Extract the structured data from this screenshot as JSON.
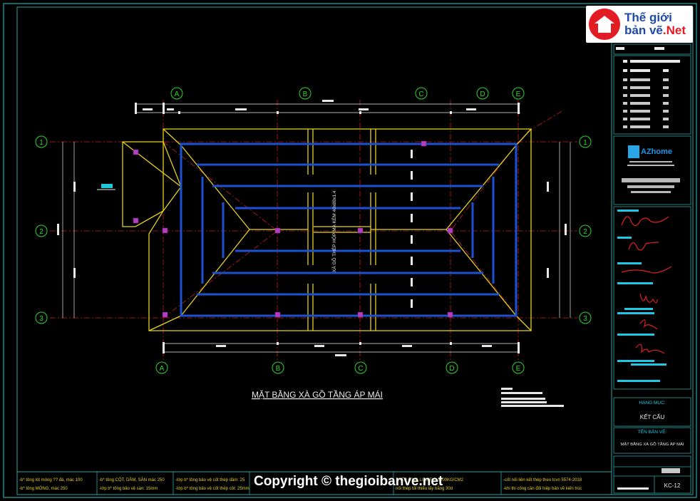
{
  "logo": {
    "line1": "Thế giới",
    "line2a": "bản vẽ",
    "line2b": ".Net"
  },
  "axes_top": [
    "A",
    "B",
    "C",
    "D",
    "E"
  ],
  "axes_bottom": [
    "A",
    "B",
    "C",
    "D",
    "E"
  ],
  "axes_left": [
    "1",
    "2",
    "3"
  ],
  "axes_right": [
    "1",
    "2",
    "3"
  ],
  "drawing": {
    "title": "MẶT BẰNG XÀ GỒ TẦNG ÁP MÁI",
    "rafter_label": "XÀ GỒ THÉP HỘP MẠ KẼM 40x80x1.4"
  },
  "notes": [
    "-b* tông lót móng ?? đá, mác 100",
    "-b* tông MÓNG, mác 250",
    "-b* tông CỘT, DẦM, SÀN mác 250",
    "-lớp b* tông bảo vệ sàn: 15mm",
    "-lớp b* tông bảo vệ cốt thép dầm: 25",
    "-lớp b* tông bảo vệ cốt thép cột: 25mm",
    "THÉP ỨNG LỰC Rs=3500KG/CM2",
    "nối thép tối thiểu lấy bằng 30d",
    "-cốt nối liên kết thép theo tcvn 5574-2018",
    "-khi thi công cần đối hiệp bản vẽ kiến trúc"
  ],
  "titleblock": {
    "logo_name": "AZhome",
    "category_label": "HẠNG MỤC:",
    "category_value": "KẾT CẤU",
    "drawing_label": "TÊN BẢN VẼ:",
    "drawing_value": "MẶT BẰNG XÀ GỒ TẦNG ÁP MÁI",
    "sheet_no": "KC-12"
  },
  "watermark": "Copyright © thegioibanve.net",
  "colors": {
    "background": "#000000",
    "border": "#2aa6a6",
    "roof_outline": "#e6d21e",
    "purlins": "#1e50d2",
    "grid_lines": "#c41e1e",
    "axis_bubbles": "#2ed42e",
    "dimensions": "#e8e8e8",
    "purple_posts": "#b040c0"
  }
}
